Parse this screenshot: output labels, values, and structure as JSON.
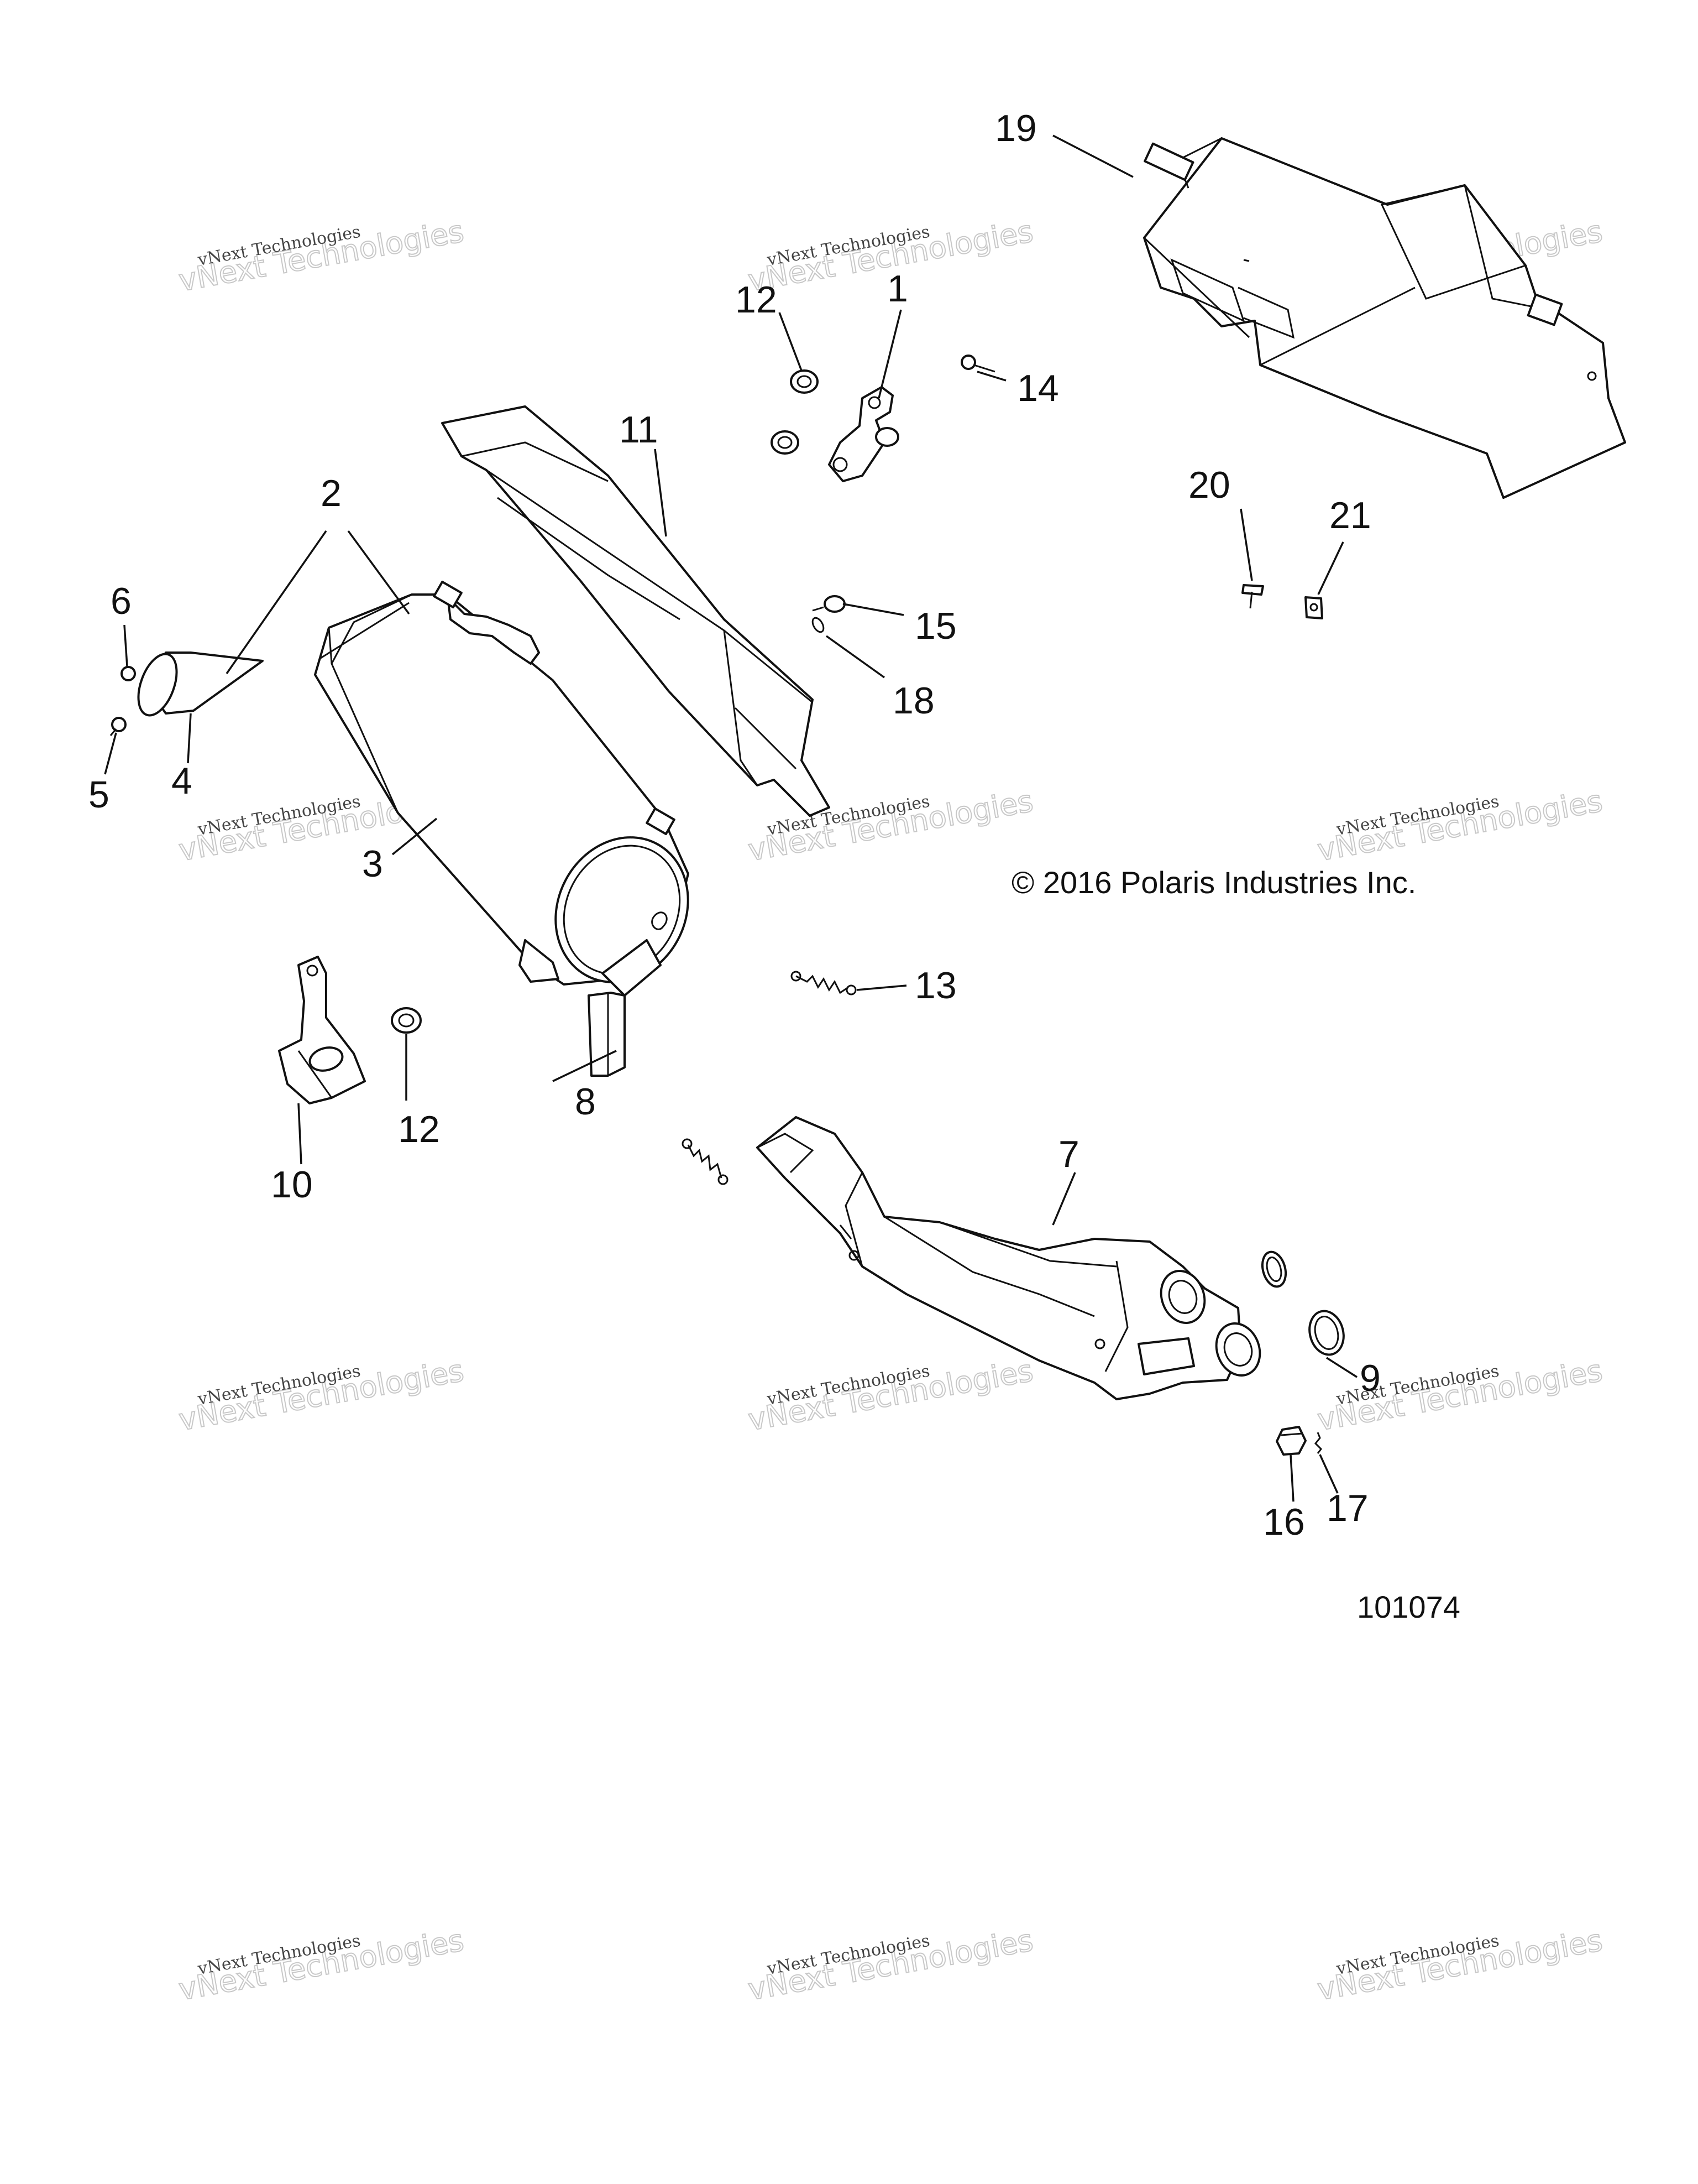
{
  "callouts": {
    "c1": "1",
    "c2": "2",
    "c3": "3",
    "c4": "4",
    "c5": "5",
    "c6": "6",
    "c7": "7",
    "c8": "8",
    "c9": "9",
    "c10": "10",
    "c11": "11",
    "c12a": "12",
    "c12b": "12",
    "c13": "13",
    "c14": "14",
    "c15": "15",
    "c16": "16",
    "c17": "17",
    "c18": "18",
    "c19": "19",
    "c20": "20",
    "c21": "21"
  },
  "copyright": "© 2016 Polaris Industries Inc.",
  "figure_number": "101074",
  "watermark": {
    "line1": "vNext Technologies",
    "line2": "vNext Technologies"
  }
}
